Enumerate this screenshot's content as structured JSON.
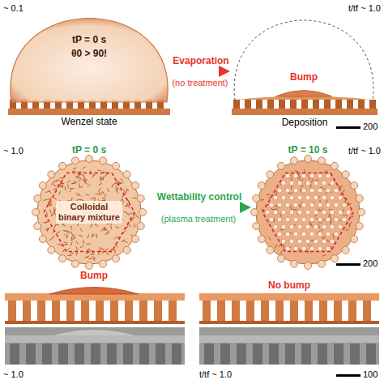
{
  "diagram": {
    "nodes": [
      {
        "text": [
          "tP = 0 s",
          "θ0 > 90!"
        ]
      },
      {
        "text": [
          "Deposition"
        ]
      },
      {
        "text": [
          "tP = 0 s",
          "Colloidal binary mixture"
        ]
      },
      {
        "text": [
          "tP = 10 s"
        ]
      }
    ],
    "edges": [
      {
        "from": 0,
        "to": 1,
        "arrow": "to",
        "label": "Evaporation"
      },
      {
        "from": 2,
        "to": 3,
        "arrow": "to",
        "label": "Wettability control"
      }
    ],
    "labels": [
      "~ 0.1",
      "Wenzel state",
      "(no treatment)",
      "t/tf ~ 1.0",
      "Bump",
      "200",
      "~ 1.0",
      "(plasma treatment)",
      "t/tf ~ 1.0",
      "200",
      "Bump",
      "No bump",
      "~ 1.0",
      "t/tf ~ 1.0",
      "100"
    ]
  }
}
